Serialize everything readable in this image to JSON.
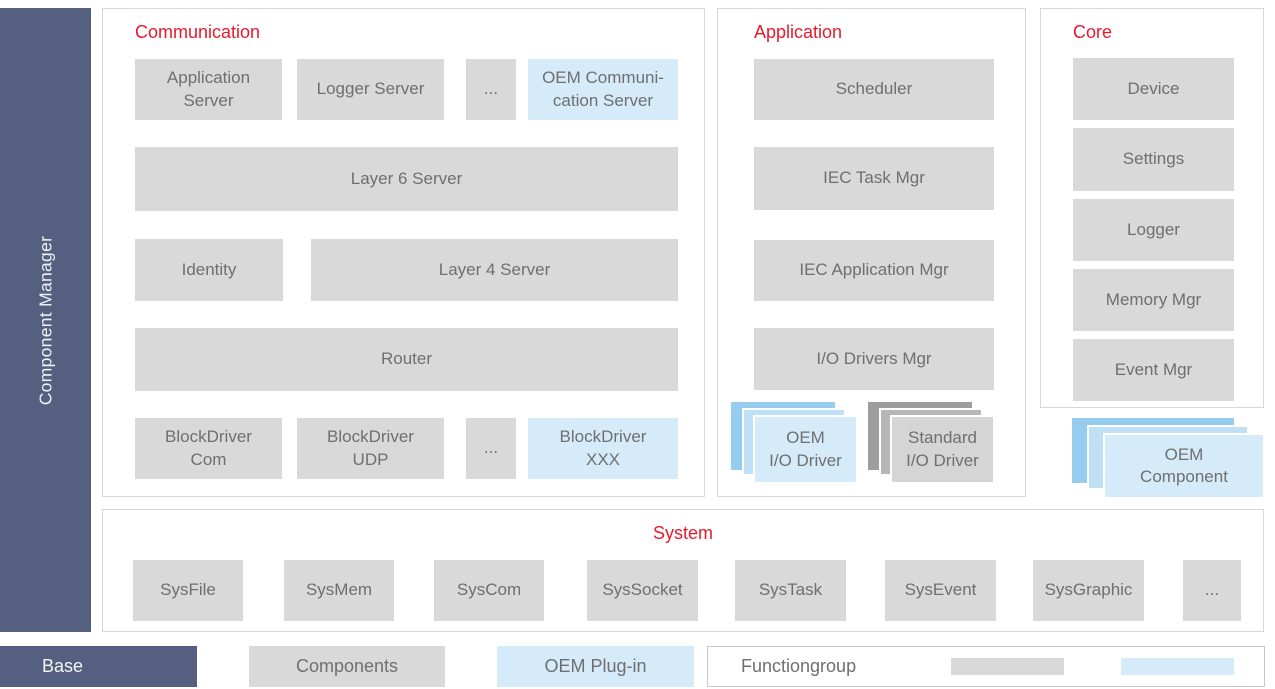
{
  "colors": {
    "accent_red": "#e8192b",
    "base_slate": "#556080",
    "component_gray": "#d9d9d9",
    "oem_plugin_blue": "#d5ebfa",
    "oem_stack_mid_blue": "#bfe0f5",
    "oem_stack_dark_blue": "#96cdee",
    "standard_stack_dark_gray": "#9d9d9d",
    "label_text_gray": "#6f6f6f"
  },
  "sidebar": {
    "label": "Component Manager"
  },
  "communication": {
    "title": "Communication",
    "top_row": [
      "Application\nServer",
      "Logger Server",
      "...",
      "OEM Communi-\ncation Server"
    ],
    "layer6_label": "Layer 6 Server",
    "identity_label": "Identity",
    "layer4_label": "Layer 4 Server",
    "router_label": "Router",
    "bottom_row": [
      "BlockDriver\nCom",
      "BlockDriver\nUDP",
      "...",
      "BlockDriver\nXXX"
    ]
  },
  "application": {
    "title": "Application",
    "boxes": [
      "Scheduler",
      "IEC Task Mgr",
      "IEC Application Mgr",
      "I/O Drivers Mgr"
    ],
    "oem_driver_label": "OEM\nI/O Driver",
    "standard_driver_label": "Standard\nI/O Driver"
  },
  "core": {
    "title": "Core",
    "boxes": [
      "Device",
      "Settings",
      "Logger",
      "Memory Mgr",
      "Event Mgr"
    ],
    "oem_component_label": "OEM\nComponent"
  },
  "system": {
    "title": "System",
    "boxes": [
      "SysFile",
      "SysMem",
      "SysCom",
      "SysSocket",
      "SysTask",
      "SysEvent",
      "SysGraphic",
      "..."
    ]
  },
  "legend": {
    "base_label": "Base",
    "components_label": "Components",
    "oem_plugin_label": "OEM Plug-in",
    "functiongroup_label": "Functiongroup"
  }
}
